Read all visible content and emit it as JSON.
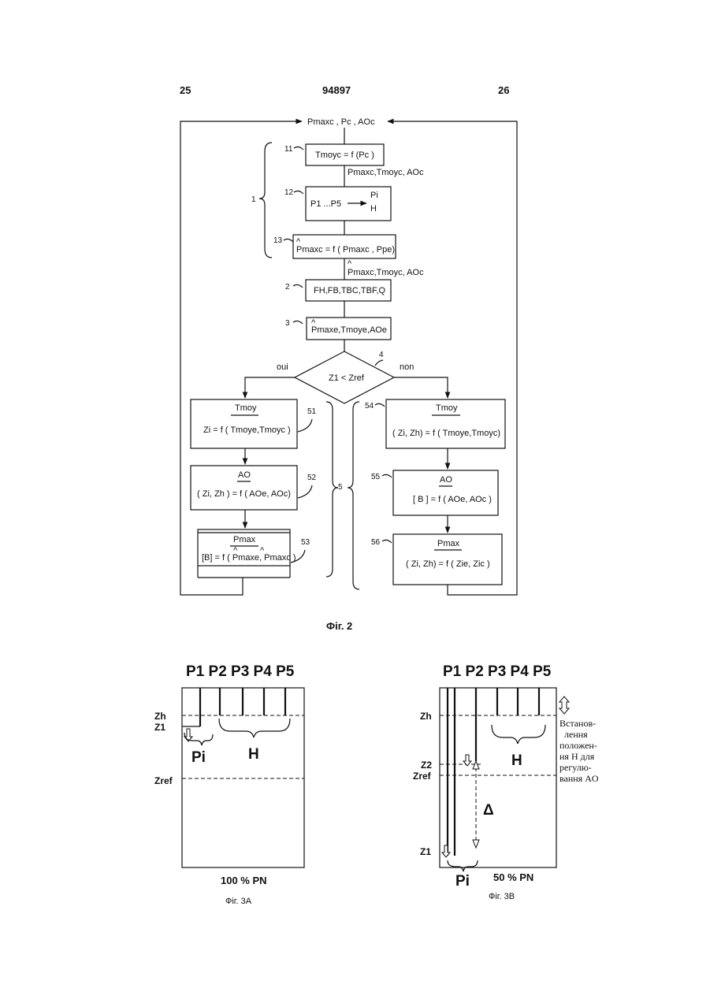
{
  "header": {
    "left_page": "25",
    "doc_number": "94897",
    "right_page": "26"
  },
  "fig2": {
    "caption": "Фiг. 2",
    "top_input": "Pmaxc , Pc , AOc",
    "group1_label": "1",
    "group5_label": "5",
    "b11": {
      "ref": "11",
      "text": "Tmoyc = f (Pc )"
    },
    "flow_a": "Pmaxc,Tmoyc, AOc",
    "b12": {
      "ref": "12",
      "text": "P1 ...P5",
      "out1": "Pi",
      "out2": "H"
    },
    "b13": {
      "ref": "13",
      "text": "Pmaxc = f ( Pmaxc , Ppe)"
    },
    "flow_b": "Pmaxc,Tmoyc, AOc",
    "b2": {
      "ref": "2",
      "text": "FH,FB,TBC,TBF,Q"
    },
    "b3": {
      "ref": "3",
      "text": "Pmaxe,Tmoye,AOe"
    },
    "d4": {
      "ref": "4",
      "text": "Z1 < Zref",
      "yes": "oui",
      "no": "non"
    },
    "b51": {
      "ref": "51",
      "title": "Tmoy",
      "text": "Zi = f ( Tmoye,Tmoyc )"
    },
    "b52": {
      "ref": "52",
      "title": "AO",
      "text": "( Zi, Zh ) = f ( AOe, AOc)"
    },
    "b53": {
      "ref": "53",
      "title": "Pmax",
      "text": "[B] = f ( Pmaxe, Pmaxc )"
    },
    "b54": {
      "ref": "54",
      "title": "Tmoy",
      "text": "( Zi, Zh) = f ( Tmoye,Tmoyc)"
    },
    "b55": {
      "ref": "55",
      "title": "AO",
      "text": "[ B ] = f ( AOe, AOc )"
    },
    "b56": {
      "ref": "56",
      "title": "Pmax",
      "text": "( Zi, Zh) = f ( Zie, Zic )"
    }
  },
  "fig3a": {
    "caption": "Фiг. 3A",
    "groups": "P1 P2 P3 P4 P5",
    "levels": {
      "zh": "Zh",
      "z1": "Z1",
      "zref": "Zref"
    },
    "pi": "Pi",
    "h": "H",
    "power": "100 % PN"
  },
  "fig3b": {
    "caption": "Фiг. 3B",
    "groups": "P1 P2 P3 P4 P5",
    "levels": {
      "zh": "Zh",
      "z2": "Z2",
      "zref": "Zref",
      "z1": "Z1"
    },
    "pi": "Pi",
    "h": "H",
    "delta": "Δ",
    "power": "50 % PN",
    "note": [
      "Встанов-",
      "лення",
      "положен-",
      "ня H для",
      "регулю-",
      "вання AO"
    ]
  }
}
